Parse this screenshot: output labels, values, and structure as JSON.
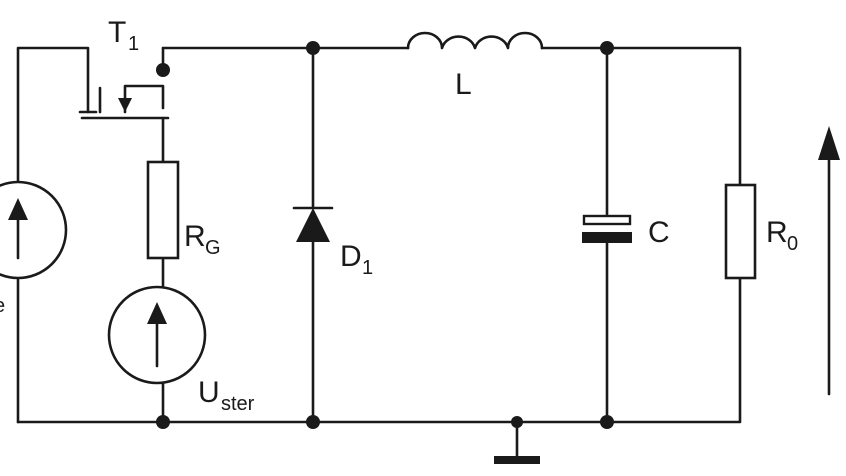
{
  "labels": {
    "transistor": {
      "main": "T",
      "sub": "1"
    },
    "inductor": {
      "main": "L"
    },
    "gate_resistor": {
      "main": "R",
      "sub": "G"
    },
    "diode": {
      "main": "D",
      "sub": "1"
    },
    "capacitor": {
      "main": "C"
    },
    "load_resistor": {
      "main": "R",
      "sub": "0"
    },
    "control_source": {
      "main": "U",
      "sub": "ster"
    },
    "input_source_partial": {
      "sub": "e"
    }
  }
}
